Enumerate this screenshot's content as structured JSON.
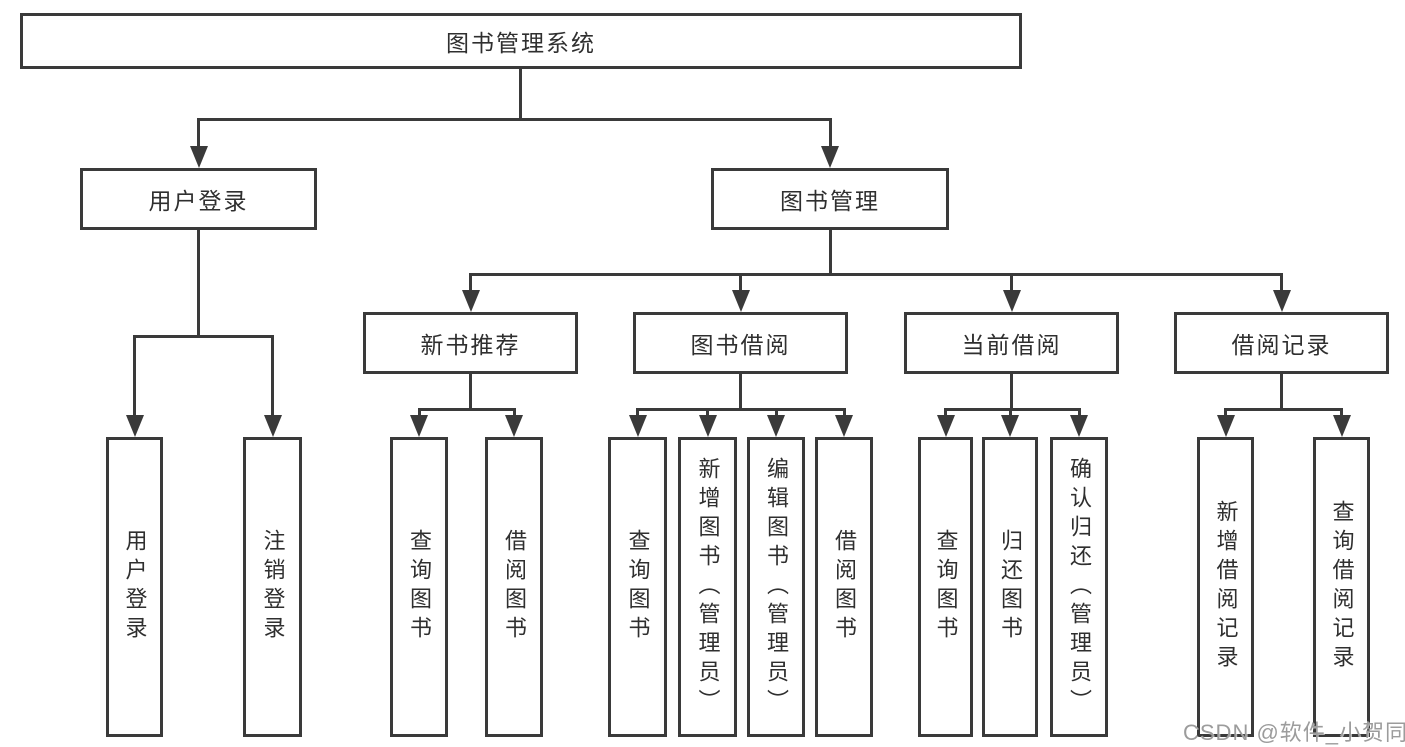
{
  "colors": {
    "line": "#3a3a3a",
    "box_border": "#3a3a3a",
    "box_background": "#ffffff",
    "text": "#2f2f2f",
    "watermark": "#9c9c9c",
    "page_background": "#ffffff"
  },
  "watermark": {
    "text": "CSDN @软件_小贺同学"
  },
  "tree": {
    "root": {
      "label": "图书管理系统"
    },
    "branches": [
      {
        "label": "用户登录",
        "children": [
          {
            "label": "用户登录"
          },
          {
            "label": "注销登录"
          }
        ]
      },
      {
        "label": "图书管理",
        "children": [
          {
            "label": "新书推荐",
            "children": [
              {
                "label": "查询图书"
              },
              {
                "label": "借阅图书"
              }
            ]
          },
          {
            "label": "图书借阅",
            "children": [
              {
                "label": "查询图书"
              },
              {
                "label": "新增图书（管理员）"
              },
              {
                "label": "编辑图书（管理员）"
              },
              {
                "label": "借阅图书"
              }
            ]
          },
          {
            "label": "当前借阅",
            "children": [
              {
                "label": "查询图书"
              },
              {
                "label": "归还图书"
              },
              {
                "label": "确认归还（管理员）"
              }
            ]
          },
          {
            "label": "借阅记录",
            "children": [
              {
                "label": "新增借阅记录"
              },
              {
                "label": "查询借阅记录"
              }
            ]
          }
        ]
      }
    ]
  }
}
